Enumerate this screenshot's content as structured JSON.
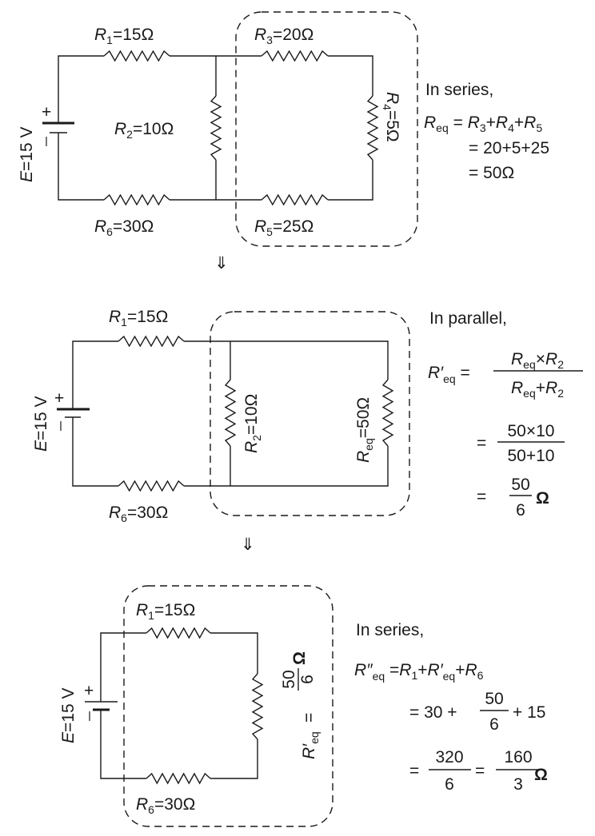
{
  "arrow": "⇓",
  "battery": {
    "plus": "+",
    "emf_sym": "E",
    "emf_val": "=15 V"
  },
  "panel1": {
    "r1": {
      "sym": "R",
      "sub": "1",
      "val": "=15Ω"
    },
    "r2": {
      "sym": "R",
      "sub": "2",
      "val": "=10Ω"
    },
    "r3": {
      "sym": "R",
      "sub": "3",
      "val": "=20Ω"
    },
    "r4": {
      "sym": "R",
      "sub": "4",
      "val": "=5Ω"
    },
    "r5": {
      "sym": "R",
      "sub": "5",
      "val": "=25Ω"
    },
    "r6": {
      "sym": "R",
      "sub": "6",
      "val": "=30Ω"
    },
    "calc": {
      "title": "In series,",
      "line1": [
        "R",
        "eq",
        " = ",
        "R",
        "3",
        "+",
        "R",
        "4",
        "+",
        "R",
        "5"
      ],
      "line2": "= 20+5+25",
      "line3": "= 50Ω"
    }
  },
  "panel2": {
    "r1": {
      "sym": "R",
      "sub": "1",
      "val": "=15Ω"
    },
    "r2": {
      "sym": "R",
      "sub": "2",
      "val": "=10Ω"
    },
    "req": {
      "sym": "R",
      "sub": "eq",
      "val": "=50Ω"
    },
    "r6": {
      "sym": "R",
      "sub": "6",
      "val": "=30Ω"
    },
    "calc": {
      "title": "In parallel,",
      "lhs": [
        "R′",
        "eq",
        " ="
      ],
      "num": [
        "R",
        "eq",
        "×",
        "R",
        "2"
      ],
      "den": [
        "R",
        "eq",
        "+",
        "R",
        "2"
      ],
      "eq": "=",
      "num2": "50×10",
      "den2": "50+10",
      "num3": "50",
      "den3": "6",
      "unit": "Ω"
    }
  },
  "panel3": {
    "r1": {
      "sym": "R",
      "sub": "1",
      "val": "=15Ω"
    },
    "r6": {
      "sym": "R",
      "sub": "6",
      "val": "=30Ω"
    },
    "reqp": {
      "sym": "R′",
      "sub": "eq",
      "eq": "=",
      "num": "50",
      "den": "6",
      "unit": "Ω"
    },
    "calc": {
      "title": "In series,",
      "line1": [
        "R″",
        "eq",
        " =",
        "R",
        "1",
        "+",
        "R′",
        "eq",
        "+",
        "R",
        "6"
      ],
      "l2_pre": "= 30 +",
      "l2_num": "50",
      "l2_den": "6",
      "l2_post": "+ 15",
      "eq": "=",
      "l3_num1": "320",
      "l3_den1": "6",
      "l3_num2": "160",
      "l3_den2": "3",
      "unit": "Ω"
    }
  }
}
